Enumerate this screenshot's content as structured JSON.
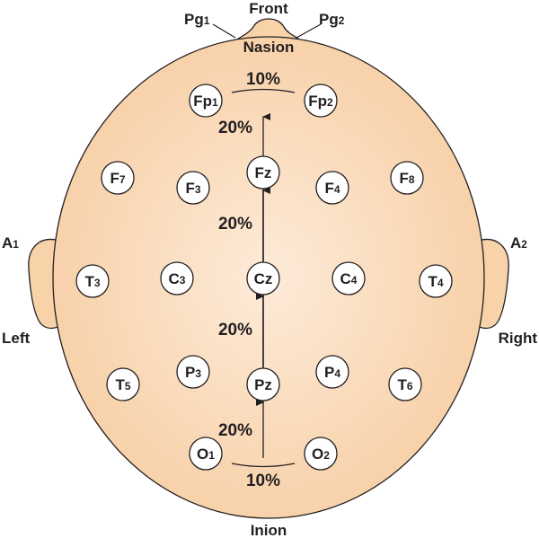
{
  "title": "10-20 EEG electrode placement",
  "landmarks": {
    "front": "Front",
    "nasion": "Nasion",
    "inion": "Inion",
    "left": "Left",
    "right": "Right",
    "pg1": {
      "main": "Pg",
      "sub": "1"
    },
    "pg2": {
      "main": "Pg",
      "sub": "2"
    },
    "a1": {
      "main": "A",
      "sub": "1"
    },
    "a2": {
      "main": "A",
      "sub": "2"
    }
  },
  "percentages": {
    "top_10": "10%",
    "bottom_10": "10%",
    "fp_fz": "20%",
    "fz_cz": "20%",
    "cz_pz": "20%",
    "pz_o": "20%"
  },
  "electrodes": [
    {
      "id": "fp1",
      "main": "Fp",
      "sub": "1"
    },
    {
      "id": "fp2",
      "main": "Fp",
      "sub": "2"
    },
    {
      "id": "f7",
      "main": "F",
      "sub": "7"
    },
    {
      "id": "f3",
      "main": "F",
      "sub": "3"
    },
    {
      "id": "fz",
      "main": "Fz",
      "sub": ""
    },
    {
      "id": "f4",
      "main": "F",
      "sub": "4"
    },
    {
      "id": "f8",
      "main": "F",
      "sub": "8"
    },
    {
      "id": "t3",
      "main": "T",
      "sub": "3"
    },
    {
      "id": "c3",
      "main": "C",
      "sub": "3"
    },
    {
      "id": "cz",
      "main": "Cz",
      "sub": ""
    },
    {
      "id": "c4",
      "main": "C",
      "sub": "4"
    },
    {
      "id": "t4",
      "main": "T",
      "sub": "4"
    },
    {
      "id": "t5",
      "main": "T",
      "sub": "5"
    },
    {
      "id": "p3",
      "main": "P",
      "sub": "3"
    },
    {
      "id": "pz",
      "main": "Pz",
      "sub": ""
    },
    {
      "id": "p4",
      "main": "P",
      "sub": "4"
    },
    {
      "id": "t6",
      "main": "T",
      "sub": "6"
    },
    {
      "id": "o1",
      "main": "O",
      "sub": "1"
    },
    {
      "id": "o2",
      "main": "O",
      "sub": "2"
    }
  ],
  "colors": {
    "skin": "#f9d3ab",
    "skin_light": "#fde9d6",
    "outline": "#231f20"
  }
}
